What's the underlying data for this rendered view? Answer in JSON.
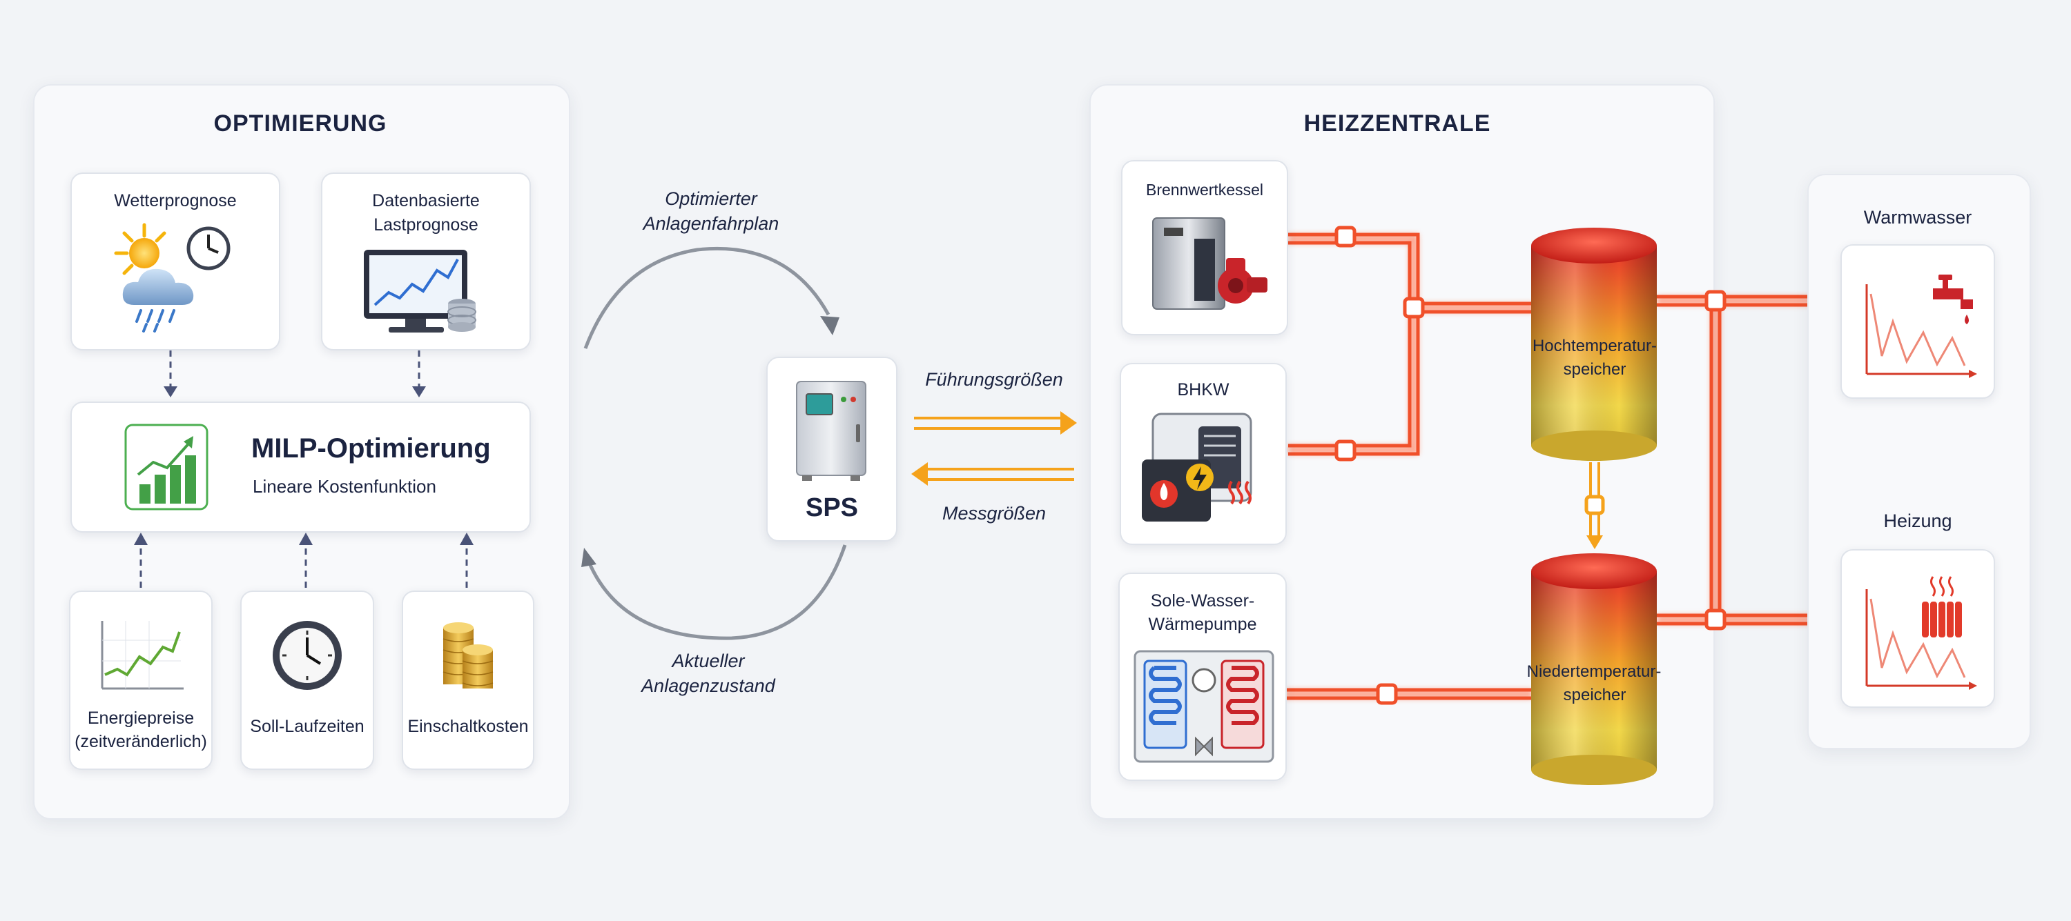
{
  "optimierung": {
    "title": "OPTIMIERUNG",
    "wetter": "Wetterprognose",
    "last_line1": "Datenbasierte",
    "last_line2": "Lastprognose",
    "milp_title": "MILP-Optimierung",
    "milp_sub": "Lineare Kostenfunktion",
    "energie_line1": "Energiepreise",
    "energie_line2": "(zeitveränderlich)",
    "soll": "Soll-Laufzeiten",
    "einschalt": "Einschaltkosten"
  },
  "flow": {
    "fahrplan_line1": "Optimierter",
    "fahrplan_line2": "Anlagenfahrplan",
    "zustand_line1": "Aktueller",
    "zustand_line2": "Anlagenzustand",
    "sps": "SPS",
    "fuehrung": "Führungsgrößen",
    "mess": "Messgrößen"
  },
  "heizzentrale": {
    "title": "HEIZZENTRALE",
    "brennwert": "Brennwertkessel",
    "bhkw": "BHKW",
    "sole_line1": "Sole-Wasser-",
    "sole_line2": "Wärmepumpe",
    "ht_line1": "Hochtemperatur-",
    "ht_line2": "speicher",
    "nt_line1": "Niedertemperatur-",
    "nt_line2": "speicher"
  },
  "verbraucher": {
    "warmwasser": "Warmwasser",
    "heizung": "Heizung"
  },
  "colors": {
    "pipe": "#f0502a",
    "signal": "#f5a21b",
    "loop": "#8e949e",
    "dashed": "#4a5378"
  }
}
